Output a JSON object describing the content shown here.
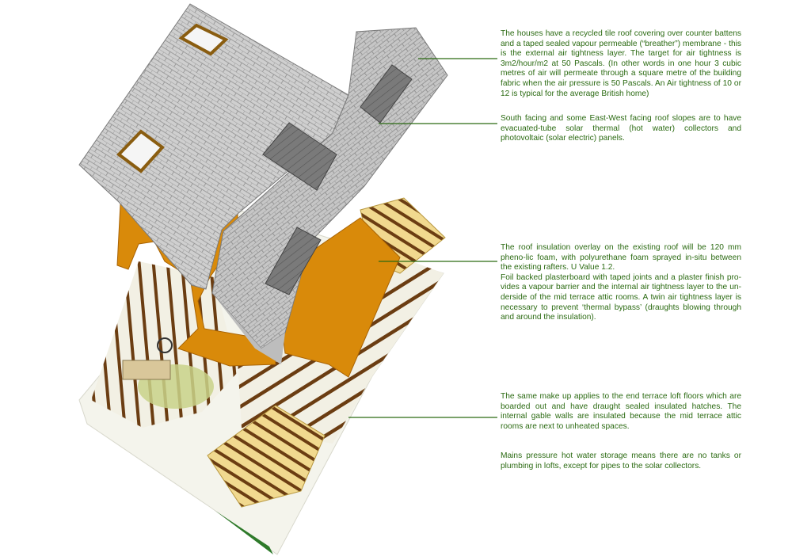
{
  "colors": {
    "annotation_text": "#2b6a12",
    "leader_line": "#2b6a12",
    "roof_tile": "#c9c9c9",
    "insulation": "#d98a0a",
    "timber_joist": "#6b3d12",
    "boarding": "#f0d890",
    "ceiling": "#f4f4ec"
  },
  "icons": [
    "roof-tiles",
    "solar-thermal-collector",
    "pv-panel",
    "roof-window",
    "insulation-overlay",
    "loft-joists"
  ],
  "annotations": {
    "roof_membrane": "The houses have a recycled tile roof covering over counter battens and a taped sealed vapour permeable (“breather”) membrane - this is the external air tightness layer. The target for air tightness is 3m2/hour/m2 at 50 Pascals.  (In other words in one hour 3 cubic metres of air will permeate through a square metre of the building fabric when the air pressure is 50 Pascals. An Air tightness of 10 or 12 is typical for the average British home)",
    "solar": "South facing and some East-West facing roof slopes are to have evacuated-tube solar thermal (hot water) collectors and photovoltaic (solar electric) panels.",
    "roof_insulation_p1": "The roof insulation overlay on the existing roof will be 120 mm pheno-lic foam, with polyurethane foam sprayed in-situ between the existing rafters. U Value 1.2.",
    "roof_insulation_p2": "Foil backed plasterboard with taped joints and a plaster finish pro-vides a vapour barrier and the internal air tightness layer to the un-derside of the mid terrace attic rooms. A twin air tightness layer is necessary to prevent ‘thermal bypass’ (draughts blowing through and around the insulation).",
    "loft_floors": "The same make up applies to the end terrace loft floors which are boarded out and have draught sealed insulated hatches. The internal gable walls are insulated because the mid terrace attic rooms are next to unheated spaces.",
    "hot_water": "Mains pressure hot water storage means there are no tanks or plumbing in lofts, except for pipes to the solar collectors."
  }
}
